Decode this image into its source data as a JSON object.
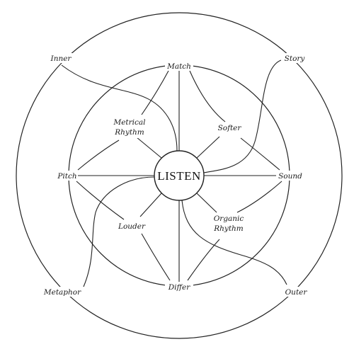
{
  "center": {
    "label": "LISTEN"
  },
  "outer_labels": {
    "inner": "Inner",
    "story": "Story",
    "metaphor": "Metaphor",
    "outer": "Outer"
  },
  "inner_labels": {
    "match": "Match",
    "differ": "Differ",
    "pitch": "Pitch",
    "sound": "Sound",
    "metrical_rhythm_line1": "Metrical",
    "metrical_rhythm_line2": "Rhythm",
    "softer": "Softer",
    "louder": "Louder",
    "organic_rhythm_line1": "Organic",
    "organic_rhythm_line2": "Rhythm"
  }
}
